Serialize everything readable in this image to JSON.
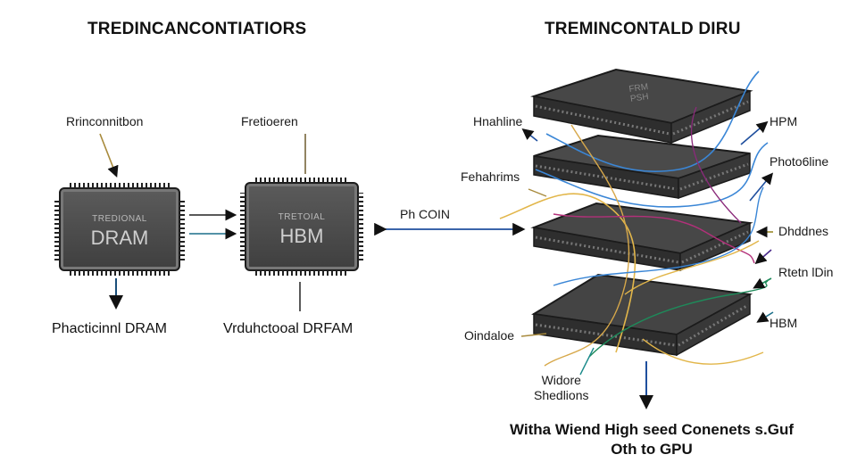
{
  "titles": {
    "left": "TREDINCANCONTIATIORS",
    "right": "TREMINCONTALD DIRU"
  },
  "left_diagram": {
    "label_top_left": "Rrinconnitbon",
    "label_top_right": "Fretioeren",
    "chip_dram": {
      "small": "TREDIONAL",
      "big": "DRAM"
    },
    "chip_hbm": {
      "small": "TRETOIAL",
      "big": "HBM"
    },
    "caption_left": "Phacticinnl DRAM",
    "caption_right": "Vrduhctooal DRFAM",
    "link_label": "Ph COIN"
  },
  "stack": {
    "top_chip_text": "FRM\nPSH",
    "labels": {
      "hnahline": "Hnahline",
      "fehahrims": "Fehahrims",
      "hpm": "HPM",
      "photocline": "Photo6line",
      "dhddines": "Dhddnes",
      "rheim_din": "Rtetn lDin",
      "hbm": "HBM",
      "oindaloe": "Oindaloe",
      "widore_shedlions": "Widore\nShedlions"
    },
    "bottom_caption_line1": "Witha Wiend High seed Conenets s.Guf",
    "bottom_caption_line2": "Oth to GPU"
  },
  "colors": {
    "chip_fill": "#4a4a4a",
    "arrow_blue": "#1f4f9e",
    "arrow_teal": "#1b6f8a",
    "wire_tan": "#a88a3c",
    "wire_yellow": "#e2b64a",
    "wire_blue": "#3a86d6",
    "wire_magenta": "#b3307a",
    "wire_green": "#1e8a5a",
    "wire_olive": "#9a8a2a"
  }
}
